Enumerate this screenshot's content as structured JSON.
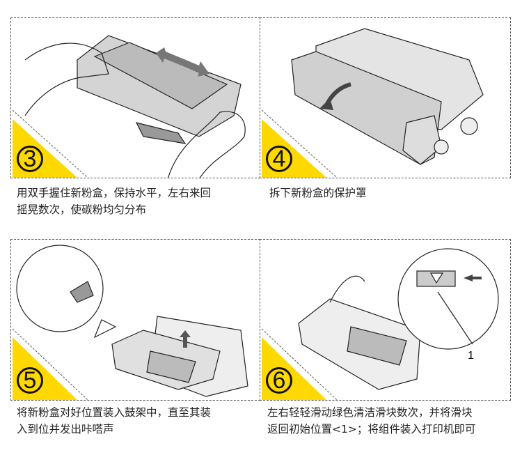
{
  "steps": [
    {
      "number": "3",
      "caption_line1": "用双手握住新粉盒，保持水平，左右来回",
      "caption_line2": "摇晃数次，使碳粉均匀分布"
    },
    {
      "number": "4",
      "caption_line1": "拆下新粉盒的保护罩",
      "caption_line2": ""
    },
    {
      "number": "5",
      "caption_line1": "将新粉盒对好位置装入鼓架中，直至其装",
      "caption_line2": "入到位并发出咔嗒声"
    },
    {
      "number": "6",
      "caption_line1": "左右轻轻滑动绿色清洁滑块数次，并将滑块",
      "caption_line2": "返回初始位置<1>；将组件装入打印机即可",
      "callout_label": "1"
    }
  ],
  "colors": {
    "accent": "#ffd800",
    "line": "#222222",
    "fill": "#d0d0d0"
  }
}
